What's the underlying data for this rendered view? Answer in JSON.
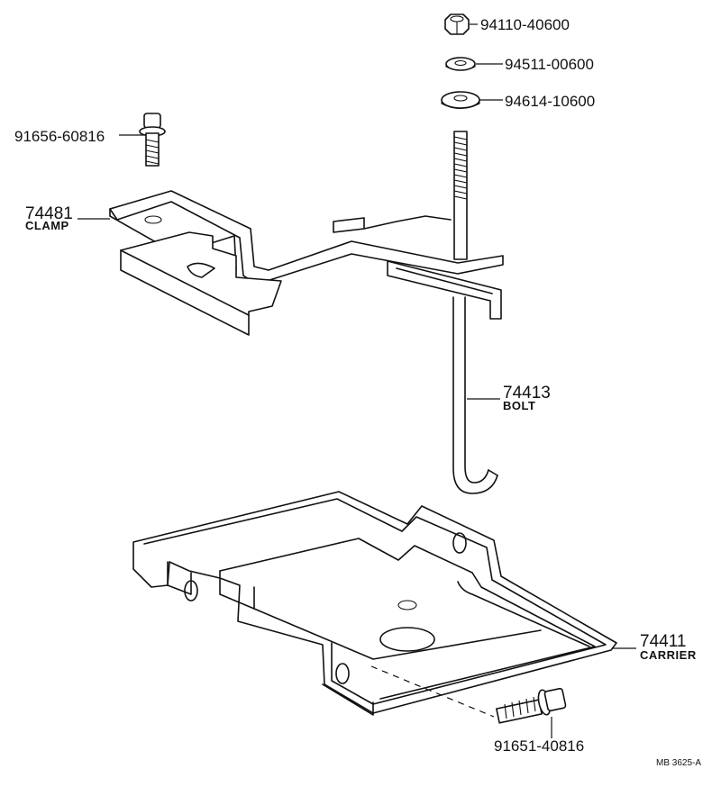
{
  "parts": {
    "nut": {
      "number": "94110-40600",
      "icon": "hex-nut-icon"
    },
    "spring_washer": {
      "number": "94511-00600",
      "icon": "spring-washer-icon"
    },
    "plain_washer": {
      "number": "94614-10600",
      "icon": "plain-washer-icon"
    },
    "clamp_bolt": {
      "number": "91656-60816",
      "icon": "flange-bolt-icon"
    },
    "clamp": {
      "number": "74481",
      "name": "CLAMP"
    },
    "hold_bolt": {
      "number": "74413",
      "name": "BOLT"
    },
    "carrier": {
      "number": "74411",
      "name": "CARRIER"
    },
    "carrier_bolt": {
      "number": "91651-40816",
      "icon": "flange-bolt-icon"
    }
  },
  "drawing_code": "MB 3625-A"
}
